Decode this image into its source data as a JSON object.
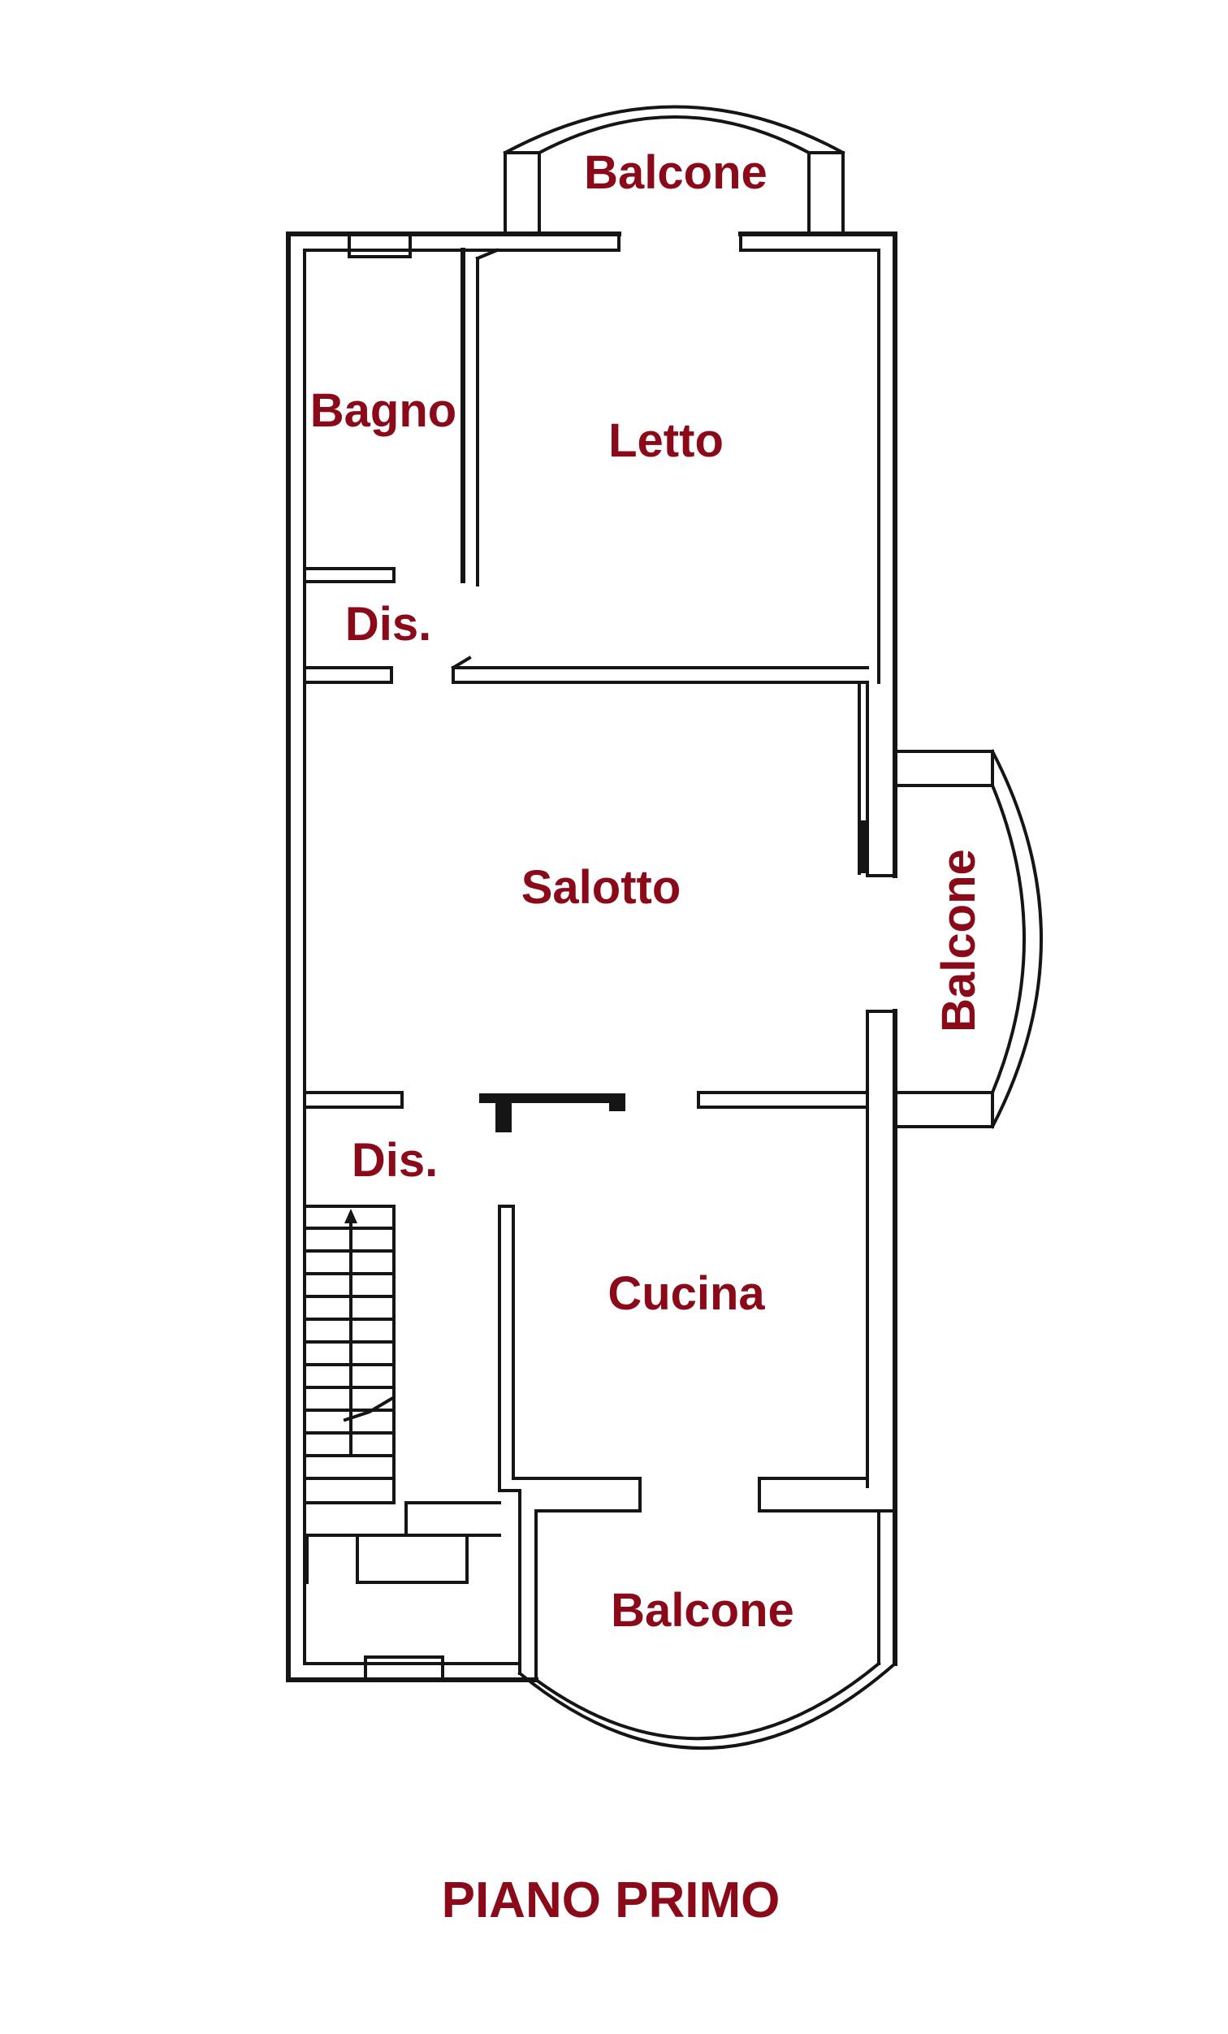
{
  "floor_title": "PIANO PRIMO",
  "rooms": {
    "balcone_top": "Balcone",
    "bagno": "Bagno",
    "letto": "Letto",
    "dis_upper": "Dis.",
    "salotto": "Salotto",
    "balcone_right": "Balcone",
    "dis_lower": "Dis.",
    "cucina": "Cucina",
    "balcone_bottom": "Balcone"
  },
  "colors": {
    "label": "#8b0a1a",
    "walls": "#151515",
    "background": "#ffffff"
  }
}
